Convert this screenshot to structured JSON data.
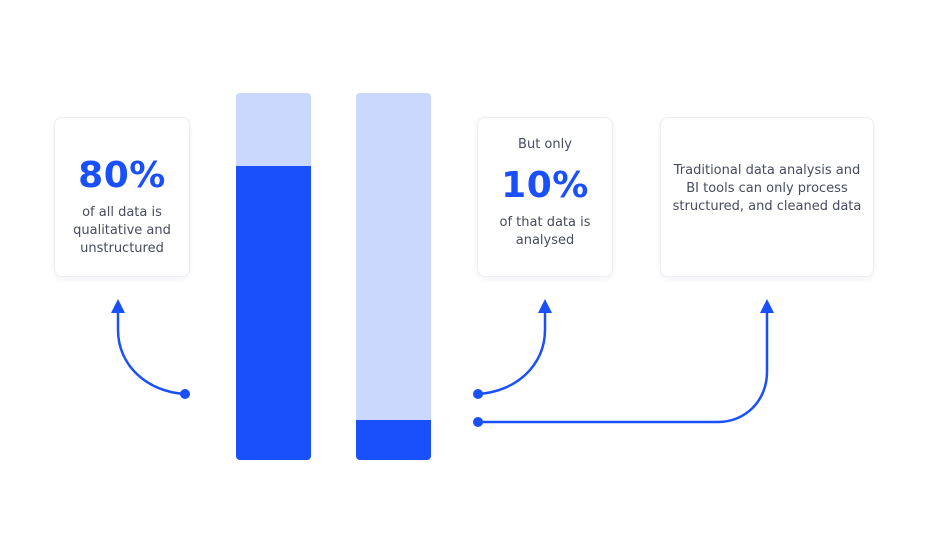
{
  "chart_data": {
    "type": "bar",
    "bars": [
      {
        "value": 80
      },
      {
        "value": 10
      }
    ],
    "ylim": [
      0,
      100
    ]
  },
  "cards": {
    "left": {
      "stat": "80%",
      "text": "of all data is qualitative and unstructured"
    },
    "middle": {
      "pre_text": "But only",
      "stat": "10%",
      "text": "of that data is analysed"
    },
    "right": {
      "text": "Traditional data analysis and BI tools can only process structured, and cleaned data"
    }
  },
  "colors": {
    "accent": "#1a50fb",
    "bar_background": "#cbd8fd",
    "text": "#474c5e"
  }
}
